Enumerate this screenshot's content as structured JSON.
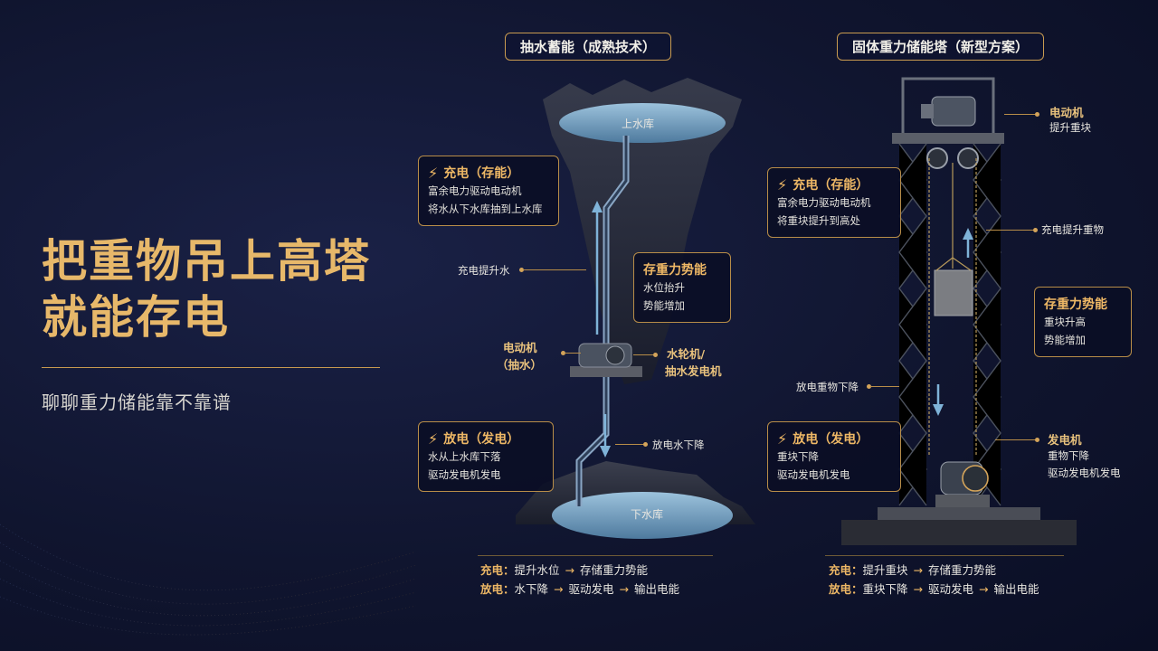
{
  "hero": {
    "title_line1": "把重物吊上高塔",
    "title_line2": "就能存电",
    "subtitle": "聊聊重力储能靠不靠谱"
  },
  "pumped": {
    "title": "抽水蓄能（成熟技术）",
    "upper_reservoir": "上水库",
    "lower_reservoir": "下水库",
    "charge_card": {
      "heading": "充电（存能）",
      "lines": [
        "富余电力驱动电动机",
        "将水从下水库抽到上水库"
      ]
    },
    "potential_card": {
      "heading": "存重力势能",
      "lines": [
        "水位抬升",
        "势能增加"
      ]
    },
    "discharge_card": {
      "heading": "放电（发电）",
      "lines": [
        "水从上水库下落",
        "驱动发电机发电"
      ]
    },
    "label_charge_lift": "充电提升水",
    "label_motor_1": "电动机",
    "label_motor_2": "（抽水）",
    "label_turbine_1": "水轮机/",
    "label_turbine_2": "抽水发电机",
    "label_discharge_water": "放电水下降",
    "summary": [
      {
        "key": "充电：",
        "a": "提升水位",
        "b": "存储重力势能"
      },
      {
        "key": "放电：",
        "a": "水下降",
        "b": "驱动发电",
        "c": "输出电能"
      }
    ]
  },
  "tower": {
    "title": "固体重力储能塔（新型方案）",
    "motor_label": "电动机",
    "motor_sub": "提升重块",
    "charge_card": {
      "heading": "充电（存能）",
      "lines": [
        "富余电力驱动电动机",
        "将重块提升到高处"
      ]
    },
    "label_charge_lift": "充电提升重物",
    "potential_card": {
      "heading": "存重力势能",
      "lines": [
        "重块升高",
        "势能增加"
      ]
    },
    "label_discharge_drop": "放电重物下降",
    "discharge_card": {
      "heading": "放电（发电）",
      "lines": [
        "重块下降",
        "驱动发电机发电"
      ]
    },
    "generator_label": "发电机",
    "generator_sub1": "重物下降",
    "generator_sub2": "驱动发电机发电",
    "summary": [
      {
        "key": "充电：",
        "a": "提升重块",
        "b": "存储重力势能"
      },
      {
        "key": "放电：",
        "a": "重块下降",
        "b": "驱动发电",
        "c": "输出电能"
      }
    ]
  },
  "colors": {
    "accent": "#e7b86a",
    "background": "#0e1330",
    "water": "#7fb3d8"
  },
  "icons": [
    "lightning-icon",
    "arrow-up-icon",
    "arrow-down-icon",
    "arrow-right-icon"
  ]
}
